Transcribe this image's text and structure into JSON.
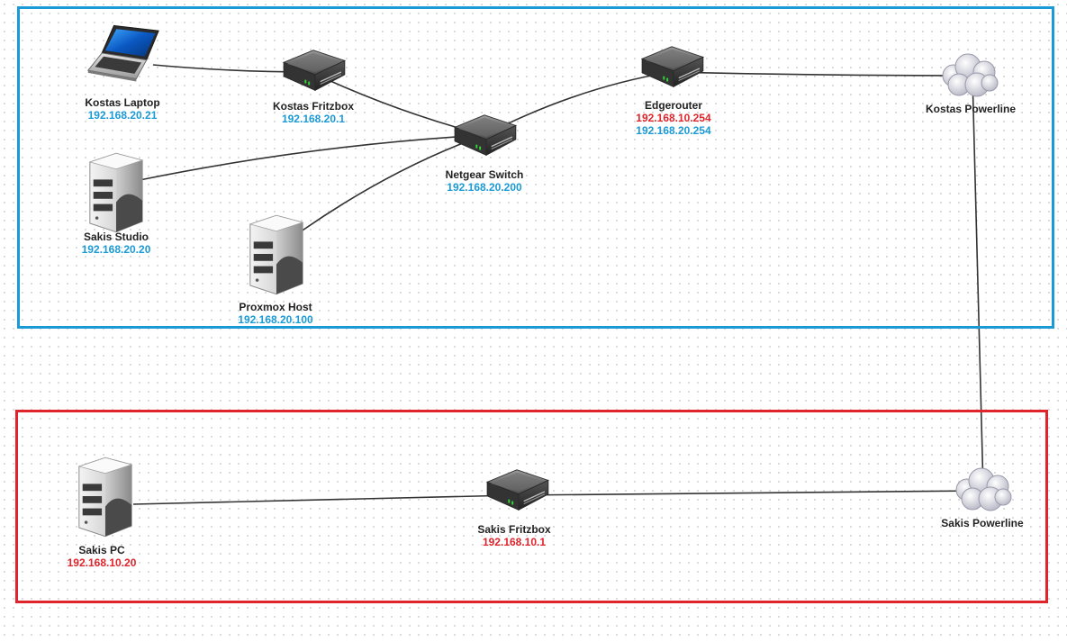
{
  "colors": {
    "blue_ip": "#1a9ad6",
    "red_ip": "#e0242b",
    "blue_zone": "#1a9ad6",
    "red_zone": "#e0242b",
    "link": "#333333"
  },
  "zones": [
    {
      "id": "blue",
      "color": "#1a9ad6"
    },
    {
      "id": "red",
      "color": "#e0242b"
    }
  ],
  "nodes": [
    {
      "id": "kostas-laptop",
      "type": "laptop",
      "name": "Kostas Laptop",
      "ips": [
        {
          "value": "192.168.20.21",
          "color": "#1a9ad6"
        }
      ]
    },
    {
      "id": "kostas-fritzbox",
      "type": "router",
      "name": "Kostas Fritzbox",
      "ips": [
        {
          "value": "192.168.20.1",
          "color": "#1a9ad6"
        }
      ]
    },
    {
      "id": "netgear-switch",
      "type": "router",
      "name": "Netgear Switch",
      "ips": [
        {
          "value": "192.168.20.200",
          "color": "#1a9ad6"
        }
      ]
    },
    {
      "id": "edgerouter",
      "type": "router",
      "name": "Edgerouter",
      "ips": [
        {
          "value": "192.168.10.254",
          "color": "#e0242b"
        },
        {
          "value": "192.168.20.254",
          "color": "#1a9ad6"
        }
      ]
    },
    {
      "id": "kostas-powerline",
      "type": "cloud",
      "name": "Kostas Powerline",
      "ips": []
    },
    {
      "id": "sakis-studio",
      "type": "server",
      "name": "Sakis Studio",
      "ips": [
        {
          "value": "192.168.20.20",
          "color": "#1a9ad6"
        }
      ]
    },
    {
      "id": "proxmox-host",
      "type": "server",
      "name": "Proxmox Host",
      "ips": [
        {
          "value": "192.168.20.100",
          "color": "#1a9ad6"
        }
      ]
    },
    {
      "id": "sakis-pc",
      "type": "server",
      "name": "Sakis PC",
      "ips": [
        {
          "value": "192.168.10.20",
          "color": "#e0242b"
        }
      ]
    },
    {
      "id": "sakis-fritzbox",
      "type": "router",
      "name": "Sakis Fritzbox",
      "ips": [
        {
          "value": "192.168.10.1",
          "color": "#e0242b"
        }
      ]
    },
    {
      "id": "sakis-powerline",
      "type": "cloud",
      "name": "Sakis Powerline",
      "ips": []
    }
  ],
  "links": [
    {
      "from": "kostas-laptop",
      "to": "kostas-fritzbox"
    },
    {
      "from": "kostas-fritzbox",
      "to": "netgear-switch"
    },
    {
      "from": "netgear-switch",
      "to": "edgerouter"
    },
    {
      "from": "edgerouter",
      "to": "kostas-powerline"
    },
    {
      "from": "sakis-studio",
      "to": "netgear-switch"
    },
    {
      "from": "proxmox-host",
      "to": "netgear-switch"
    },
    {
      "from": "kostas-powerline",
      "to": "sakis-powerline"
    },
    {
      "from": "sakis-pc",
      "to": "sakis-fritzbox"
    },
    {
      "from": "sakis-fritzbox",
      "to": "sakis-powerline"
    }
  ]
}
